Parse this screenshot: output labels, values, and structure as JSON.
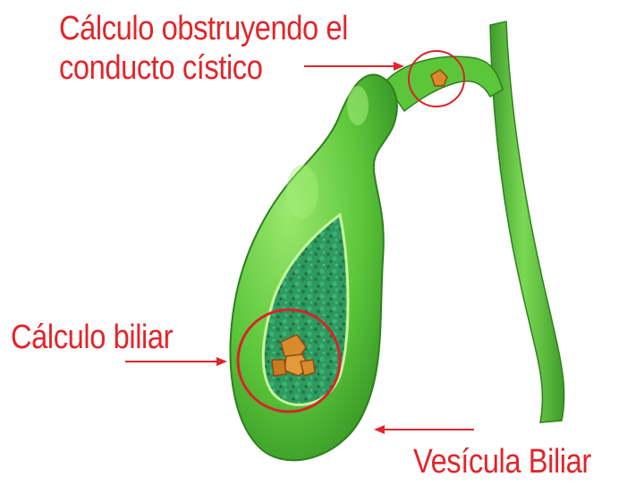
{
  "colors": {
    "label": "#e0262b",
    "organ": "#5cc63a",
    "organ_dark": "#3f9c2a",
    "organ_light": "#8fe06a",
    "bile_interior": "#2e8f58",
    "stone": "#d98a2b",
    "circle": "#d9232a"
  },
  "labels": {
    "obstructing_stone_line1": "Cálculo obstruyendo el",
    "obstructing_stone_line2": "conducto cístico",
    "gallstone": "Cálculo biliar",
    "gallbladder": "Vesícula Biliar"
  }
}
